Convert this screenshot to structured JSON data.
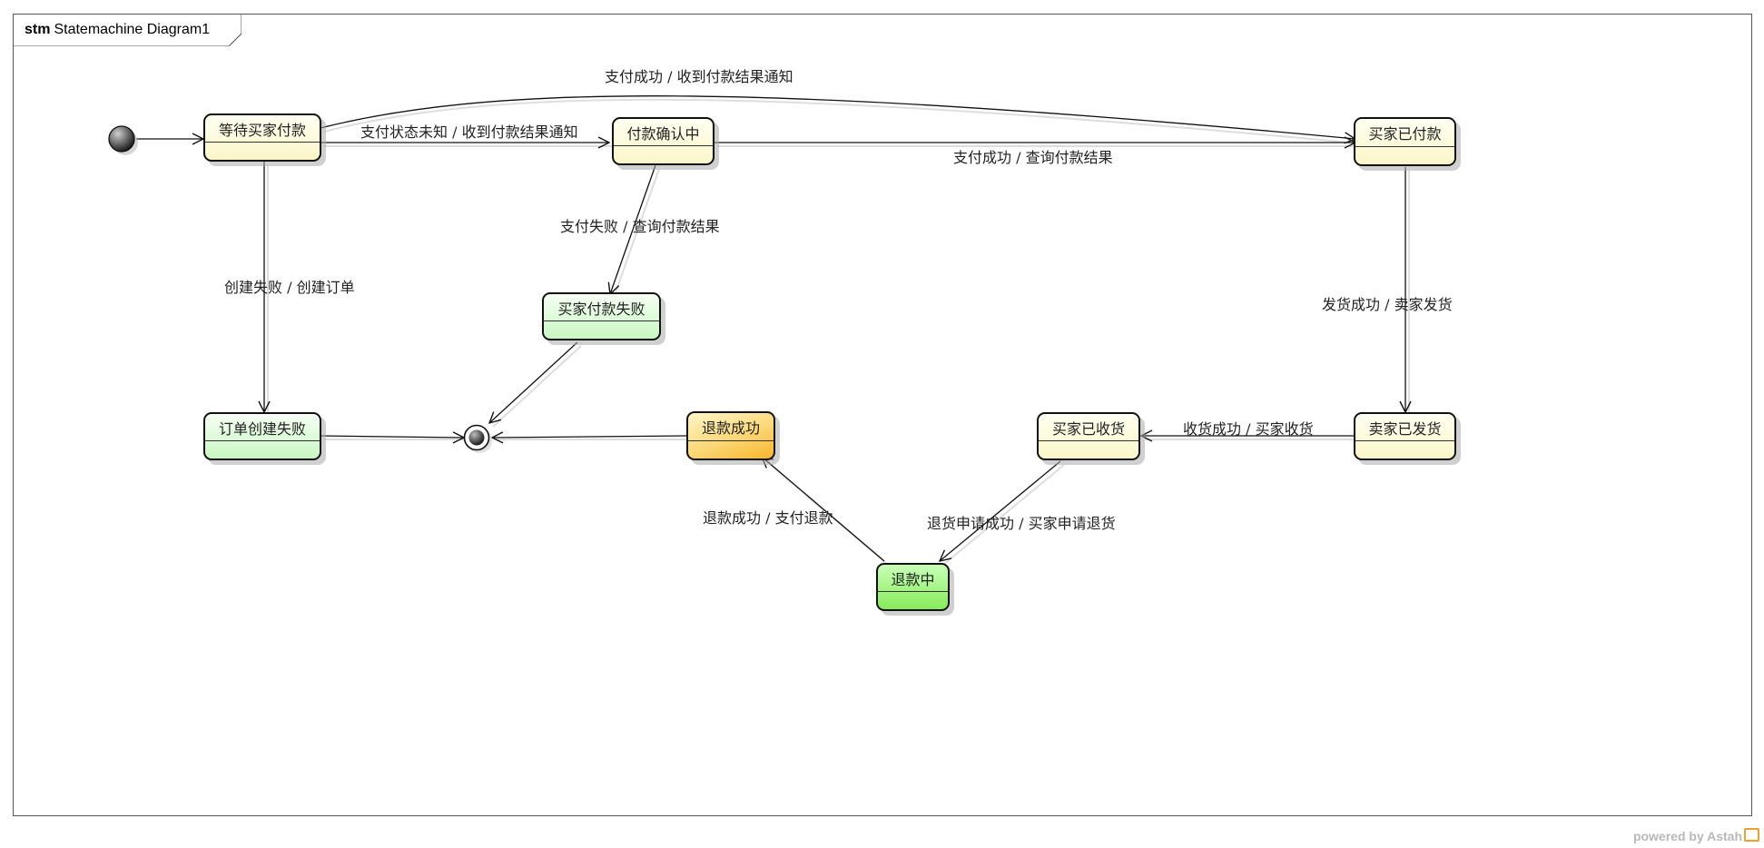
{
  "frame": {
    "keyword": "stm",
    "name": "Statemachine Diagram1"
  },
  "states": {
    "awaiting_payment": "等待买家付款",
    "payment_confirming": "付款确认中",
    "buyer_paid": "买家已付款",
    "payment_failed": "买家付款失败",
    "order_creation_failed": "订单创建失败",
    "refund_success": "退款成功",
    "buyer_received": "买家已收货",
    "seller_shipped": "卖家已发货",
    "refunding": "退款中"
  },
  "transitions": {
    "paid_notify": "支付成功 / 收到付款结果通知",
    "unknown_notify": "支付状态未知 / 收到付款结果通知",
    "paid_query": "支付成功 / 查询付款结果",
    "failed_query": "支付失败 / 查询付款结果",
    "create_failed": "创建失败 / 创建订单",
    "shipped": "发货成功 / 卖家发货",
    "received": "收货成功 / 买家收货",
    "refund_paid": "退款成功 / 支付退款",
    "return_applied": "退货申请成功 / 买家申请退货"
  },
  "watermark": {
    "text": "powered by Astah"
  },
  "colors": {
    "state_yellow": "#fbf6c8",
    "state_green": "#c9f7c2",
    "state_orange": "#f7b42a",
    "state_bright_green": "#86ec5a",
    "line": "#111111"
  }
}
